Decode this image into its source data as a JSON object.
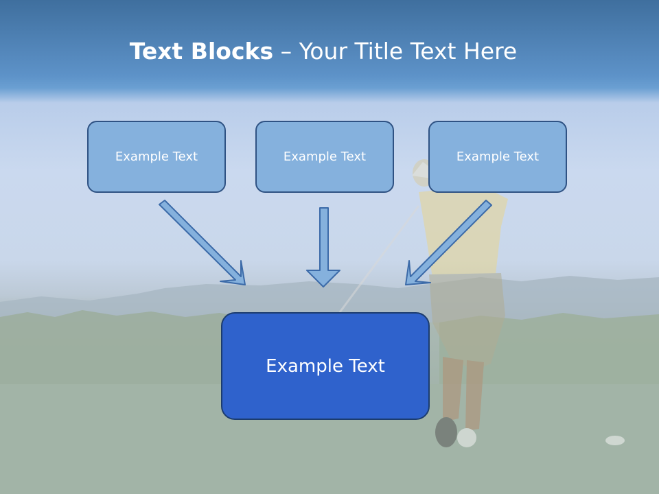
{
  "slide": {
    "title_bold": "Text Blocks",
    "title_sep": " – ",
    "title_rest": "Your Title Text Here"
  },
  "blocks": {
    "top": [
      {
        "label": "Example Text"
      },
      {
        "label": "Example Text"
      },
      {
        "label": "Example Text"
      }
    ],
    "bottom": {
      "label": "Example Text"
    }
  },
  "colors": {
    "header_top": "#3f6f9e",
    "small_box_fill": "#85b1dd",
    "small_box_border": "#2f5283",
    "big_box_fill": "#2f62cc",
    "big_box_border": "#1c3c6e",
    "arrow_fill": "#85b1dd",
    "arrow_stroke": "#3b6aa8"
  }
}
